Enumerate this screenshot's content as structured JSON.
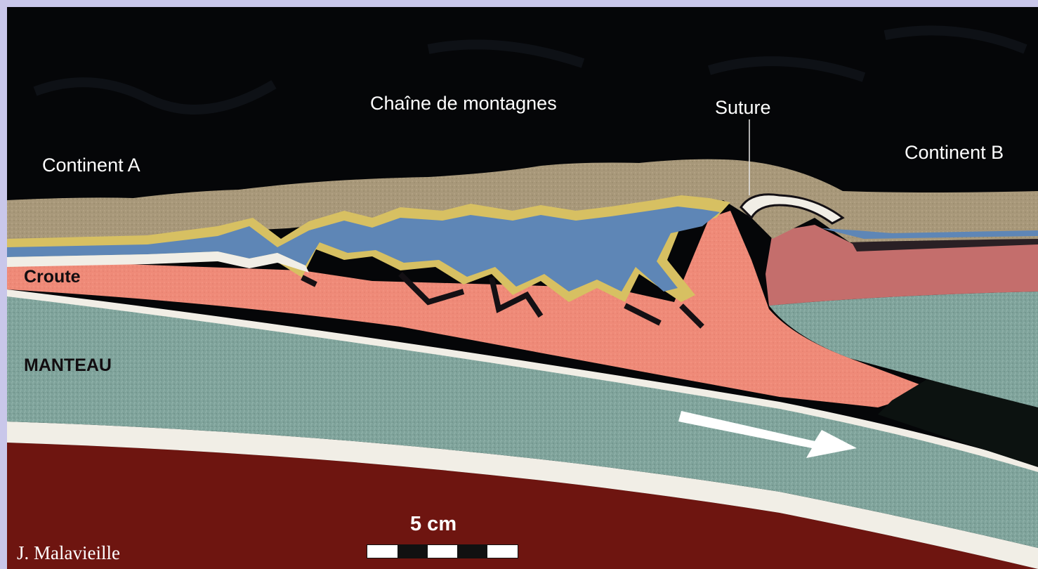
{
  "labels": {
    "continent_a": "Continent A",
    "chaine": "Chaîne de montagnes",
    "suture": "Suture",
    "continent_b": "Continent B",
    "croute": "Croute",
    "manteau": "MANTEAU"
  },
  "scale": {
    "label": "5 cm"
  },
  "credit": "J. Malavieille",
  "colors": {
    "frame": "#c9c7ea",
    "background": "#050608",
    "sand_top": "#a8987a",
    "yellow_layer": "#d7c062",
    "blue_layer": "#5e86b6",
    "crust": "#ef8a78",
    "crust_b": "#c46e6c",
    "mantle": "#7fa39b",
    "white_layer": "#f1eee6",
    "deep_mantle": "#6e1510",
    "arrow": "#ffffff"
  }
}
